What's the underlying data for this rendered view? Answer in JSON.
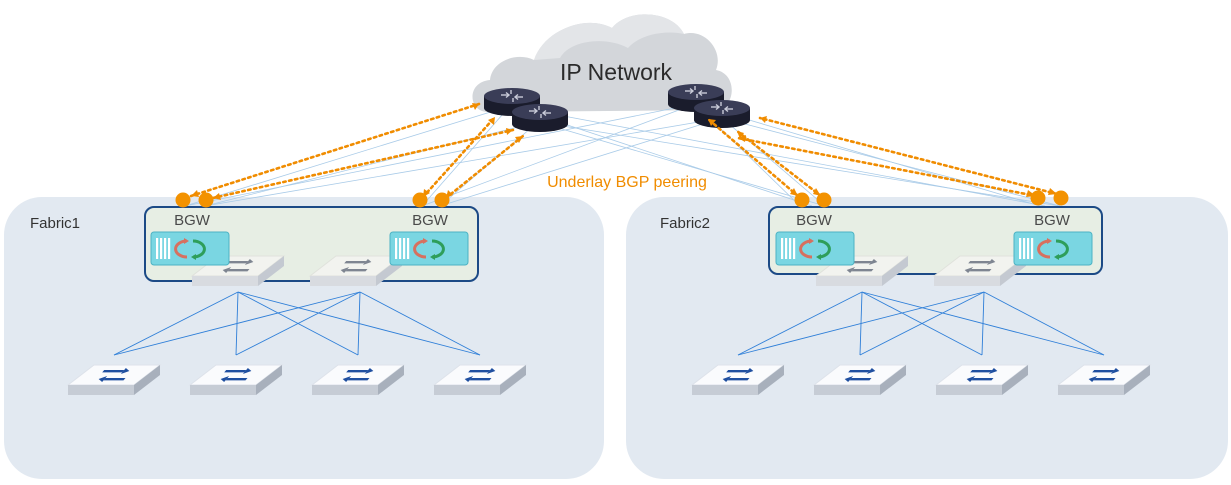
{
  "cloud": {
    "label": "IP Network"
  },
  "peering_label": "Underlay BGP peering",
  "fabrics": [
    {
      "name": "Fabric1",
      "bgw_labels": [
        "BGW",
        "BGW"
      ]
    },
    {
      "name": "Fabric2",
      "bgw_labels": [
        "BGW",
        "BGW"
      ]
    }
  ],
  "colors": {
    "fabric_bg": "#e2e9f1",
    "bgw_box_bg": "#e7efe2",
    "bgw_box_border": "#1c4a86",
    "bgw_device": "#7ad6e2",
    "peering": "#f08c00",
    "peering_dot": "#f39200",
    "link": "#2f7fd8",
    "cloud": "#d3d6da",
    "router": "#25273c",
    "switch_top": "#fafbfd",
    "switch_arrow": "#1f4fa0"
  },
  "icons": {
    "cloud": "cloud-icon",
    "router": "router-icon",
    "spine_switch": "spine-switch-icon",
    "leaf_switch": "leaf-switch-icon",
    "bgw_device": "bgw-device-icon",
    "peering_endpoint": "peering-endpoint-dot"
  }
}
